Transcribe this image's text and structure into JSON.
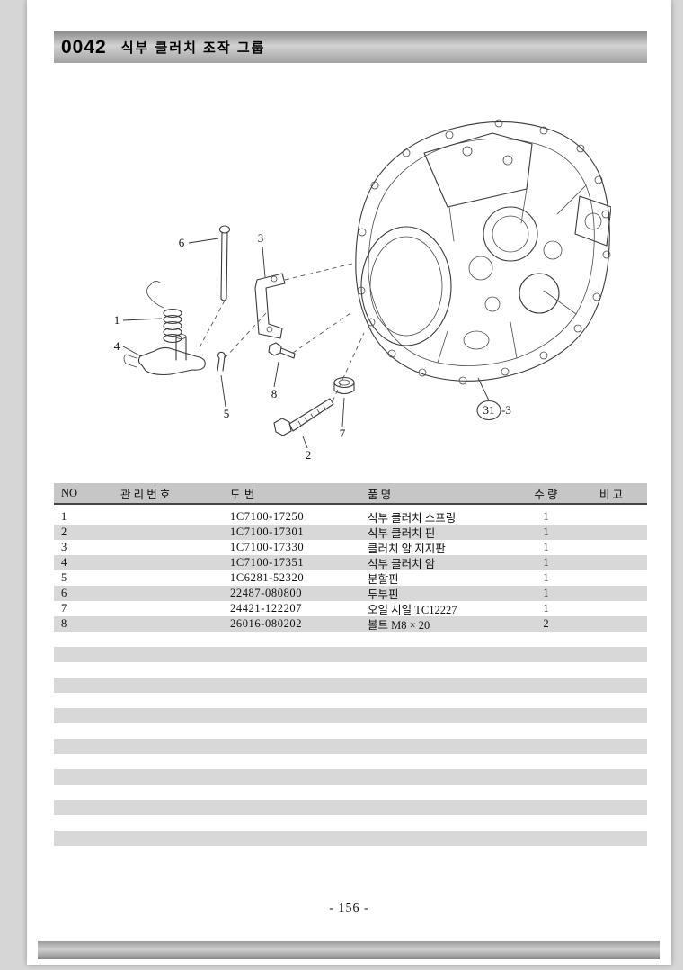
{
  "header": {
    "section_code": "0042",
    "title": "식부 클러치 조작 그룹"
  },
  "colors": {
    "stripe": "#d8d8d8",
    "header_band": "#c6c6c6",
    "bar_dark": "#8c8c8c",
    "bar_light": "#d2d2d2"
  },
  "diagram": {
    "callouts": [
      "1",
      "2",
      "3",
      "4",
      "5",
      "6",
      "7",
      "8"
    ],
    "assembly_ref": {
      "circled": "31",
      "suffix": "-3"
    }
  },
  "table": {
    "columns": [
      "NO",
      "관 리 번 호",
      "도      번",
      "품      명",
      "수 량",
      "비  고"
    ],
    "rows": [
      {
        "no": "1",
        "mgmt": "",
        "part_no": "1C7100-17250",
        "name": "식부 클러치 스프링",
        "qty": "1",
        "note": ""
      },
      {
        "no": "2",
        "mgmt": "",
        "part_no": "1C7100-17301",
        "name": "식부 클러치 핀",
        "qty": "1",
        "note": ""
      },
      {
        "no": "3",
        "mgmt": "",
        "part_no": "1C7100-17330",
        "name": "클러치 암 지지판",
        "qty": "1",
        "note": ""
      },
      {
        "no": "4",
        "mgmt": "",
        "part_no": "1C7100-17351",
        "name": "식부 클러치 암",
        "qty": "1",
        "note": ""
      },
      {
        "no": "5",
        "mgmt": "",
        "part_no": "1C6281-52320",
        "name": "분할핀",
        "qty": "1",
        "note": ""
      },
      {
        "no": "6",
        "mgmt": "",
        "part_no": "22487-080800",
        "name": "두부핀",
        "qty": "1",
        "note": ""
      },
      {
        "no": "7",
        "mgmt": "",
        "part_no": "24421-122207",
        "name": "오일 시일  TC12227",
        "qty": "1",
        "note": ""
      },
      {
        "no": "8",
        "mgmt": "",
        "part_no": "26016-080202",
        "name": "볼트 M8 × 20",
        "qty": "2",
        "note": ""
      }
    ],
    "empty_row_count": 14
  },
  "footer": {
    "page_number": "- 156 -"
  }
}
